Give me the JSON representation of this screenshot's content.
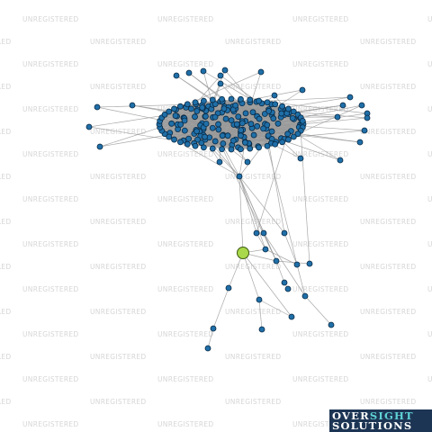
{
  "watermark": {
    "text": "UNREGISTERED"
  },
  "logo": {
    "word1a": "OVER",
    "word1b": "SIGHT",
    "word2": "SOLUTIONS"
  },
  "colors": {
    "node": "#1f6fa8",
    "focus_node": "#a9d84a",
    "edge": "#9a9a9a",
    "logo_bg": "#1d3554",
    "logo_accent": "#5fd3d6"
  }
}
